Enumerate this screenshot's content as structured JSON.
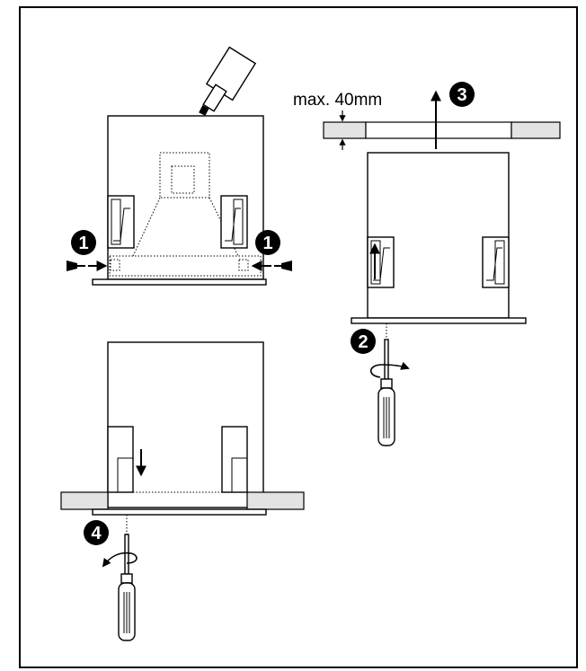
{
  "max_depth_label": "max. 40mm",
  "steps": {
    "step1_left": "1",
    "step1_right": "1",
    "step2": "2",
    "step3": "3",
    "step4": "4"
  }
}
